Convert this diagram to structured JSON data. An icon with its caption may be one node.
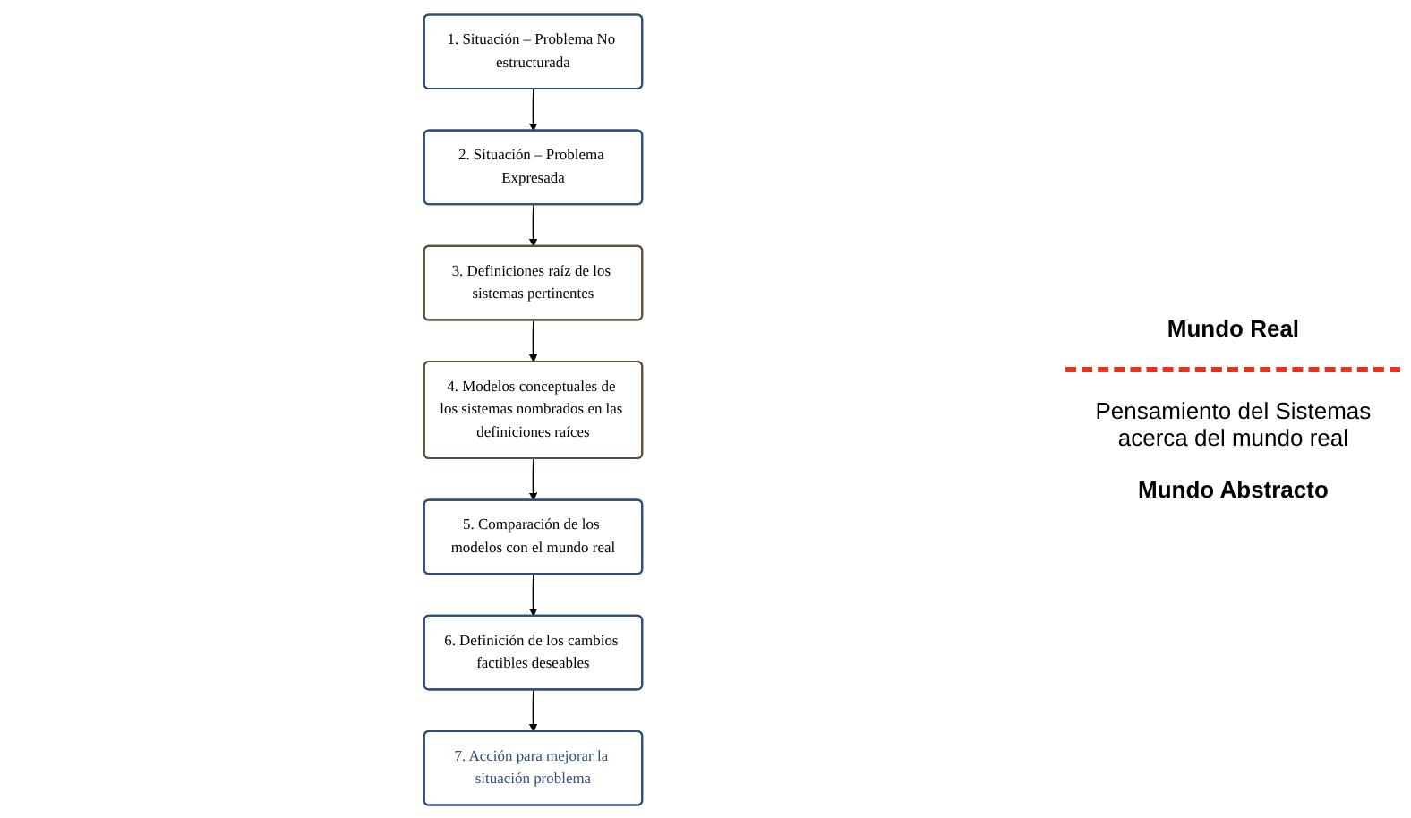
{
  "diagram": {
    "nodes": [
      {
        "text": [
          "1. Situación – Problema No estructurada"
        ]
      },
      {
        "text": [
          "2. Situación – Problema Expresada"
        ]
      },
      {
        "text": [
          "3. Definiciones raíz de los sistemas pertinentes"
        ]
      },
      {
        "text": [
          "4. Modelos conceptuales de los sistemas nombrados en las definiciones raíces"
        ]
      },
      {
        "text": [
          "5. Comparación de los modelos con el mundo real"
        ]
      },
      {
        "text": [
          "6. Definición de los cambios factibles deseables"
        ]
      },
      {
        "text": [
          "7. Acción para mejorar la situación problema"
        ]
      }
    ],
    "edges": [
      {
        "from": 0,
        "to": 1,
        "arrow": "to"
      },
      {
        "from": 1,
        "to": 2,
        "arrow": "to"
      },
      {
        "from": 2,
        "to": 3,
        "arrow": "to"
      },
      {
        "from": 3,
        "to": 4,
        "arrow": "to"
      },
      {
        "from": 4,
        "to": 5,
        "arrow": "to"
      },
      {
        "from": 5,
        "to": 6,
        "arrow": "to"
      }
    ],
    "labels": [
      "Mundo Real",
      "Pensamiento del Sistemas acerca del mundo real",
      "Mundo Abstracto"
    ]
  }
}
